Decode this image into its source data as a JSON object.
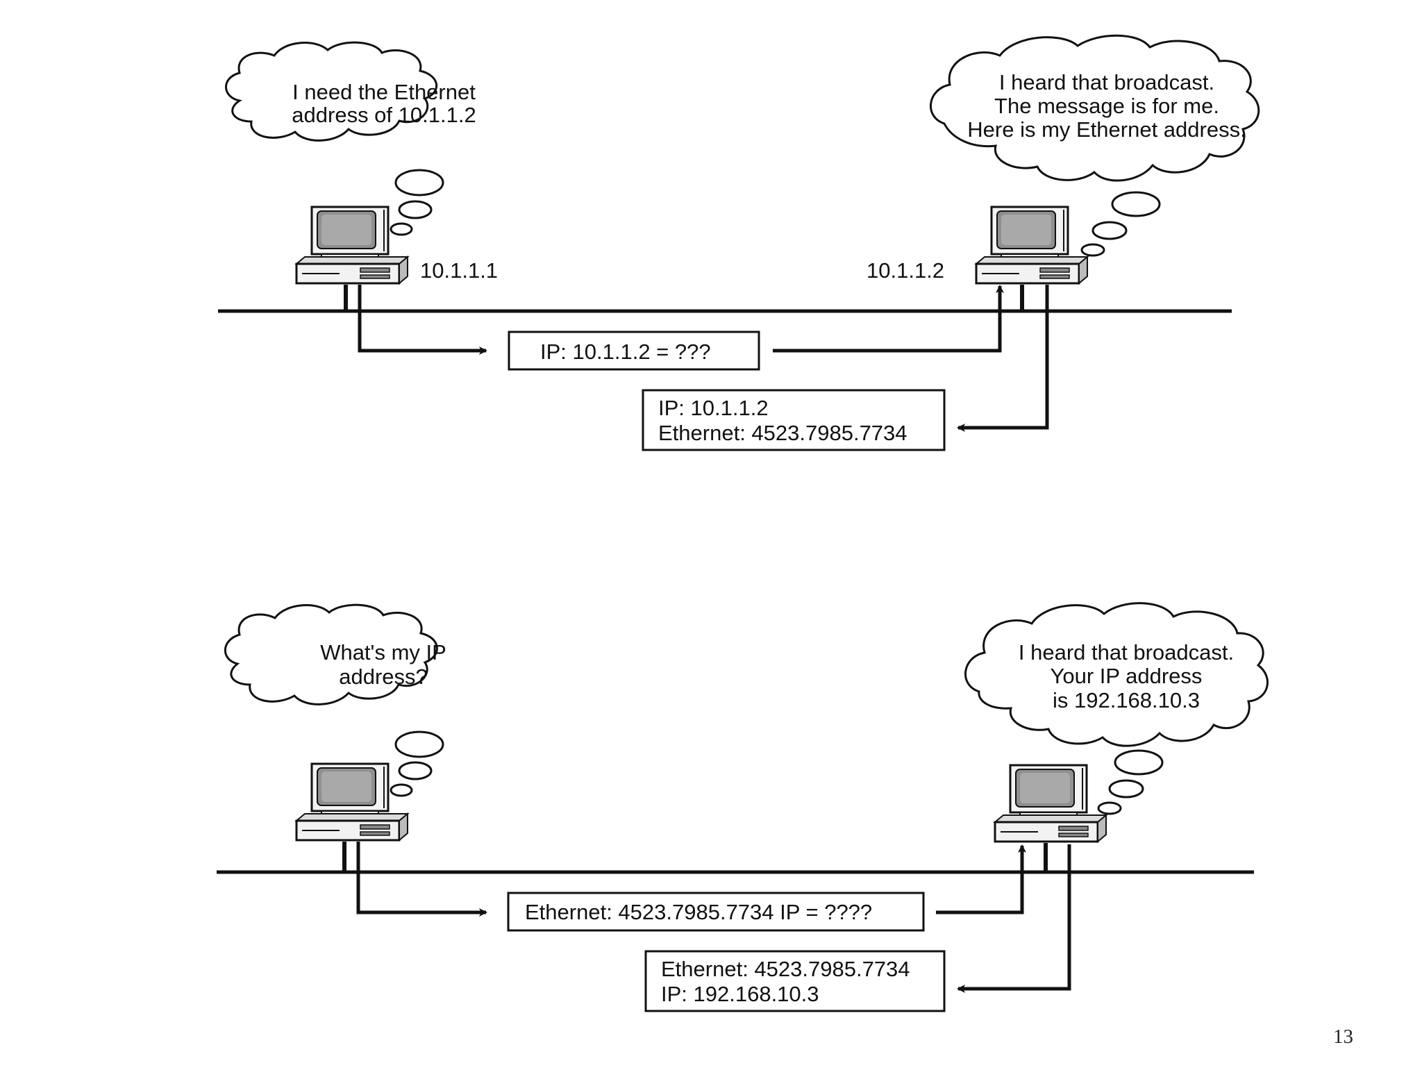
{
  "page_number": "13",
  "colors": {
    "ink": "#111111",
    "background": "#ffffff",
    "screen": "#8f8f8f"
  },
  "icon_names": [
    "computer-icon",
    "thought-cloud",
    "arrow"
  ],
  "arp": {
    "host_a_ip": "10.1.1.1",
    "host_b_ip": "10.1.1.2",
    "thought_a": [
      "I need the Ethernet",
      "address of 10.1.1.2"
    ],
    "thought_b": [
      "I heard that broadcast.",
      "The message is for me.",
      "Here is my Ethernet address."
    ],
    "request_packet": "IP: 10.1.1.2 = ???",
    "reply_packet": [
      "IP: 10.1.1.2",
      "Ethernet: 4523.7985.7734"
    ]
  },
  "rarp": {
    "thought_a": [
      "What's my IP",
      "address?"
    ],
    "thought_b": [
      "I heard that broadcast.",
      "Your IP address",
      "is 192.168.10.3"
    ],
    "request_packet": "Ethernet: 4523.7985.7734 IP = ????",
    "reply_packet": [
      "Ethernet: 4523.7985.7734",
      "IP: 192.168.10.3"
    ]
  }
}
